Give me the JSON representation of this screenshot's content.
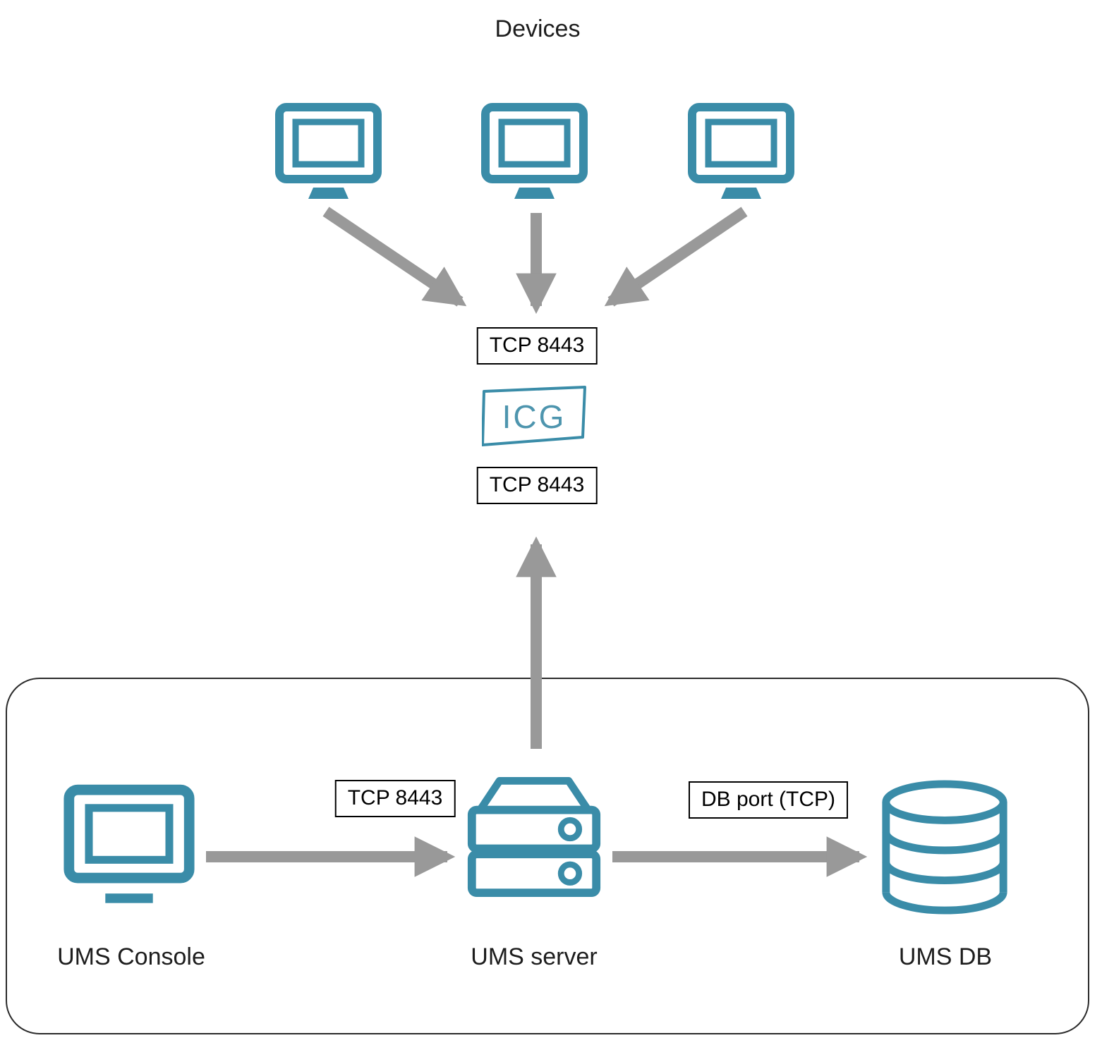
{
  "diagram": {
    "title": "Devices",
    "icg": {
      "label": "ICG"
    },
    "port_labels": {
      "devices_to_icg": "TCP 8443",
      "server_to_icg": "TCP 8443",
      "console_to_server": "TCP 8443",
      "server_to_db": "DB port (TCP)"
    },
    "nodes": {
      "ums_console": "UMS Console",
      "ums_server": "UMS server",
      "ums_db": "UMS DB"
    },
    "colors": {
      "icon_teal": "#3a8ca8",
      "arrow_gray": "#999999",
      "label_border": "#000000"
    }
  }
}
